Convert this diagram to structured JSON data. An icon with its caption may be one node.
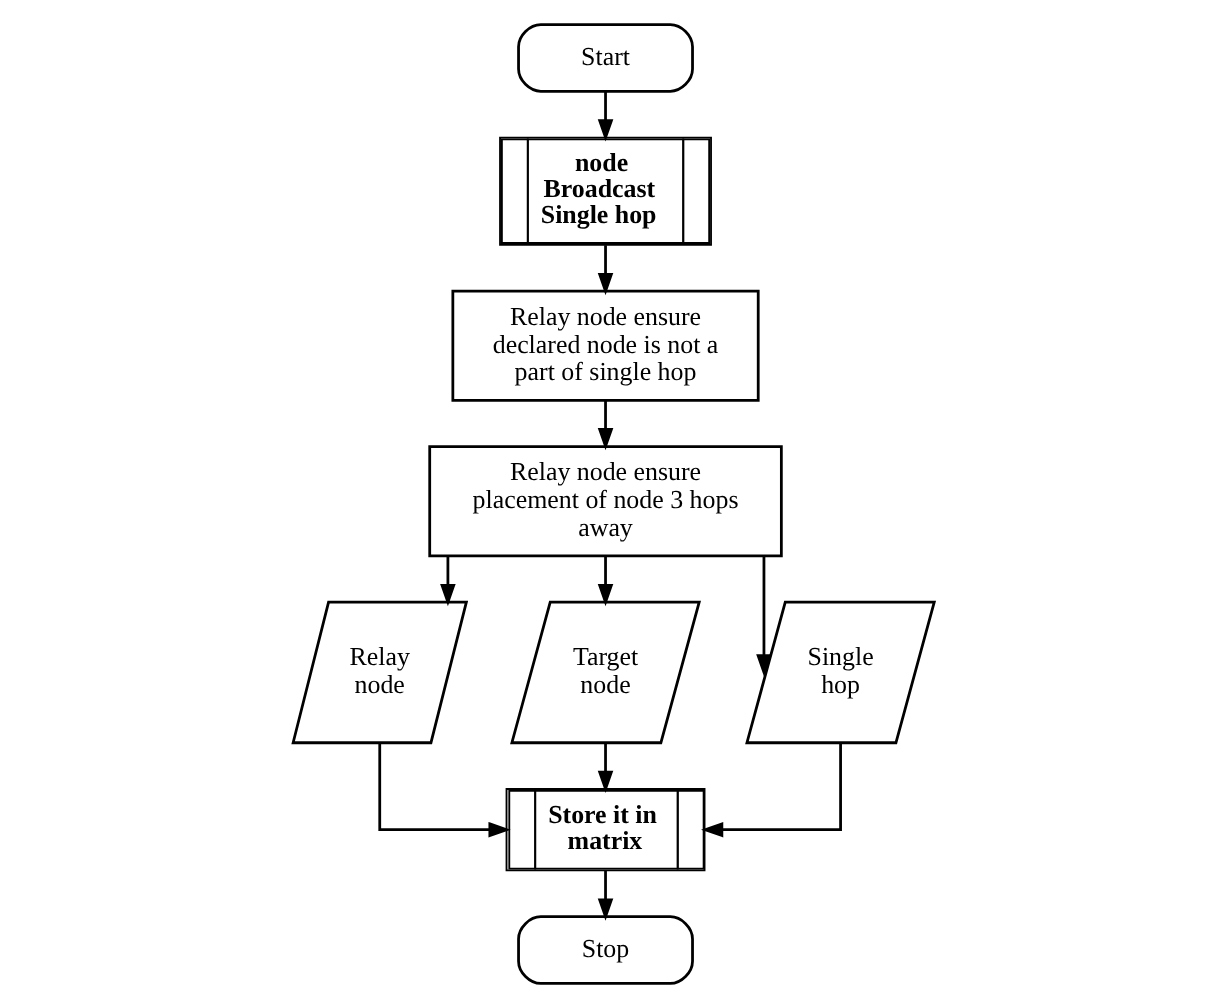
{
  "diagram": {
    "nodes": [
      {
        "text": [
          "Start"
        ]
      },
      {
        "text": [
          "node Broadcast Single hop"
        ]
      },
      {
        "text": [
          "Relay node ensure declared node is not a part of single hop"
        ]
      },
      {
        "text": [
          "Relay node ensure placement of node 3 hops away"
        ]
      },
      {
        "text": [
          "Relay node"
        ]
      },
      {
        "text": [
          "Target node"
        ]
      },
      {
        "text": [
          "Single hop"
        ]
      },
      {
        "text": [
          "Store it in matrix"
        ]
      },
      {
        "text": [
          "Stop"
        ]
      }
    ],
    "edges": [
      {
        "from": 0,
        "to": 1,
        "arrow": "to"
      },
      {
        "from": 1,
        "to": 2,
        "arrow": "to"
      },
      {
        "from": 2,
        "to": 3,
        "arrow": "to"
      },
      {
        "from": 3,
        "to": 4,
        "arrow": "to"
      },
      {
        "from": 3,
        "to": 5,
        "arrow": "to"
      },
      {
        "from": 3,
        "to": 6,
        "arrow": "to"
      },
      {
        "from": 4,
        "to": 7,
        "arrow": "to"
      },
      {
        "from": 5,
        "to": 7,
        "arrow": "to"
      },
      {
        "from": 6,
        "to": 7,
        "arrow": "to"
      },
      {
        "from": 7,
        "to": 8,
        "arrow": "to"
      }
    ]
  }
}
